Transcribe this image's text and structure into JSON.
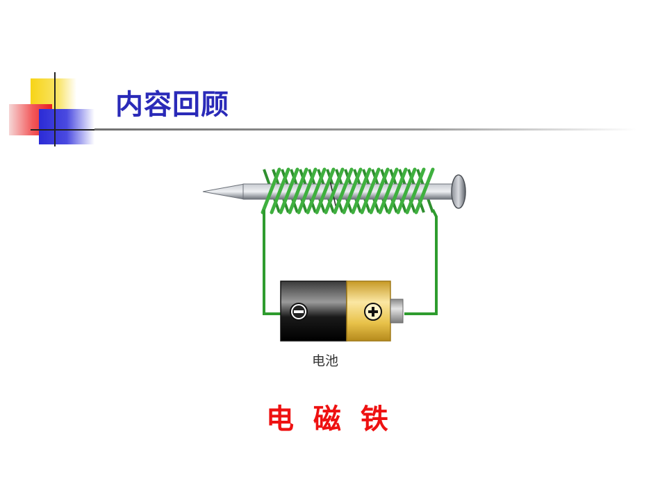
{
  "slide": {
    "title": "内容回顾",
    "caption": "电 磁 铁"
  },
  "diagram": {
    "battery_label": "电池",
    "negative_symbol": "minus-icon",
    "positive_symbol": "plus-icon",
    "colors": {
      "wire": "#2e9c2e",
      "coil": "#3aa53a",
      "battery_negative": "#111111",
      "battery_positive": "#e8c24a",
      "nail": "#8a8f96"
    }
  },
  "colors": {
    "title": "#2a2ab8",
    "caption": "#ee1111"
  }
}
